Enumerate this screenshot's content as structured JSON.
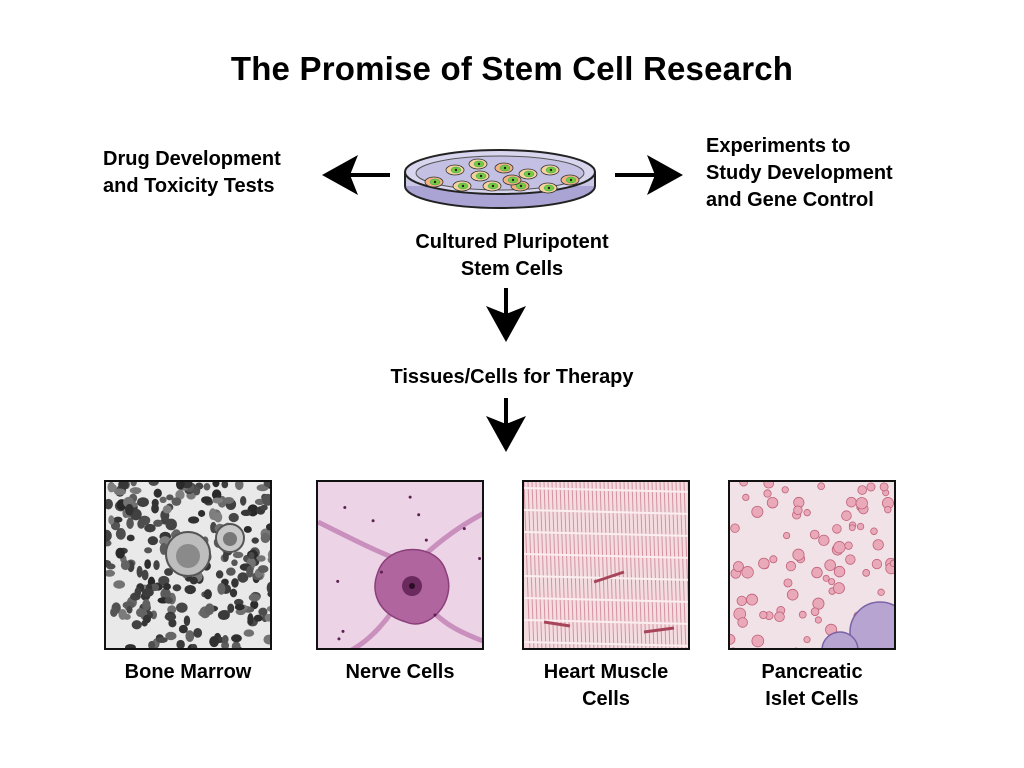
{
  "title": "The Promise of Stem Cell Research",
  "left_label": [
    "Drug Development",
    "and Toxicity Tests"
  ],
  "right_label": [
    "Experiments to",
    "Study Development",
    "and Gene Control"
  ],
  "dish_label": [
    "Cultured Pluripotent",
    "Stem Cells"
  ],
  "therapy_label": "Tissues/Cells for Therapy",
  "tiles": [
    {
      "caption": [
        "Bone Marrow"
      ],
      "icon": "bone-marrow-micrograph"
    },
    {
      "caption": [
        "Nerve Cells"
      ],
      "icon": "nerve-cell-micrograph"
    },
    {
      "caption": [
        "Heart Muscle",
        "Cells"
      ],
      "icon": "heart-muscle-micrograph"
    },
    {
      "caption": [
        "Pancreatic",
        "Islet Cells"
      ],
      "icon": "pancreatic-islet-micrograph"
    }
  ],
  "colors": {
    "dish": "#c9c6e6",
    "cell_green": "#7ac943",
    "cell_orange": "#f4b183",
    "nerve": "#b0659f",
    "muscle": "#e8b7bf",
    "pancreas": "#e9a9b8"
  }
}
